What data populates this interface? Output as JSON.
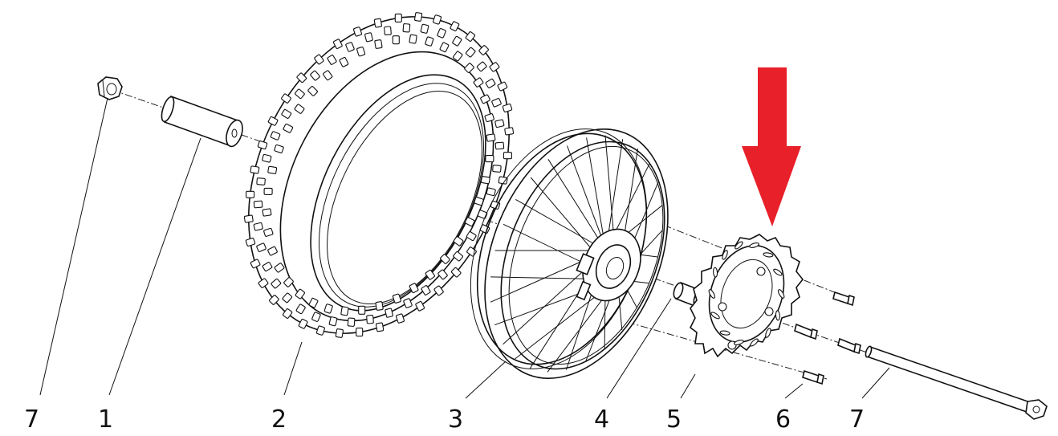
{
  "labels": {
    "nut_left": "7",
    "spacer": "1",
    "tire": "2",
    "rim": "3",
    "hub_spacer": "4",
    "brake_disc": "5",
    "bolt": "6",
    "axle": "7"
  },
  "highlight": {
    "arrow_color": "#E8202A",
    "target": "brake_disc"
  }
}
